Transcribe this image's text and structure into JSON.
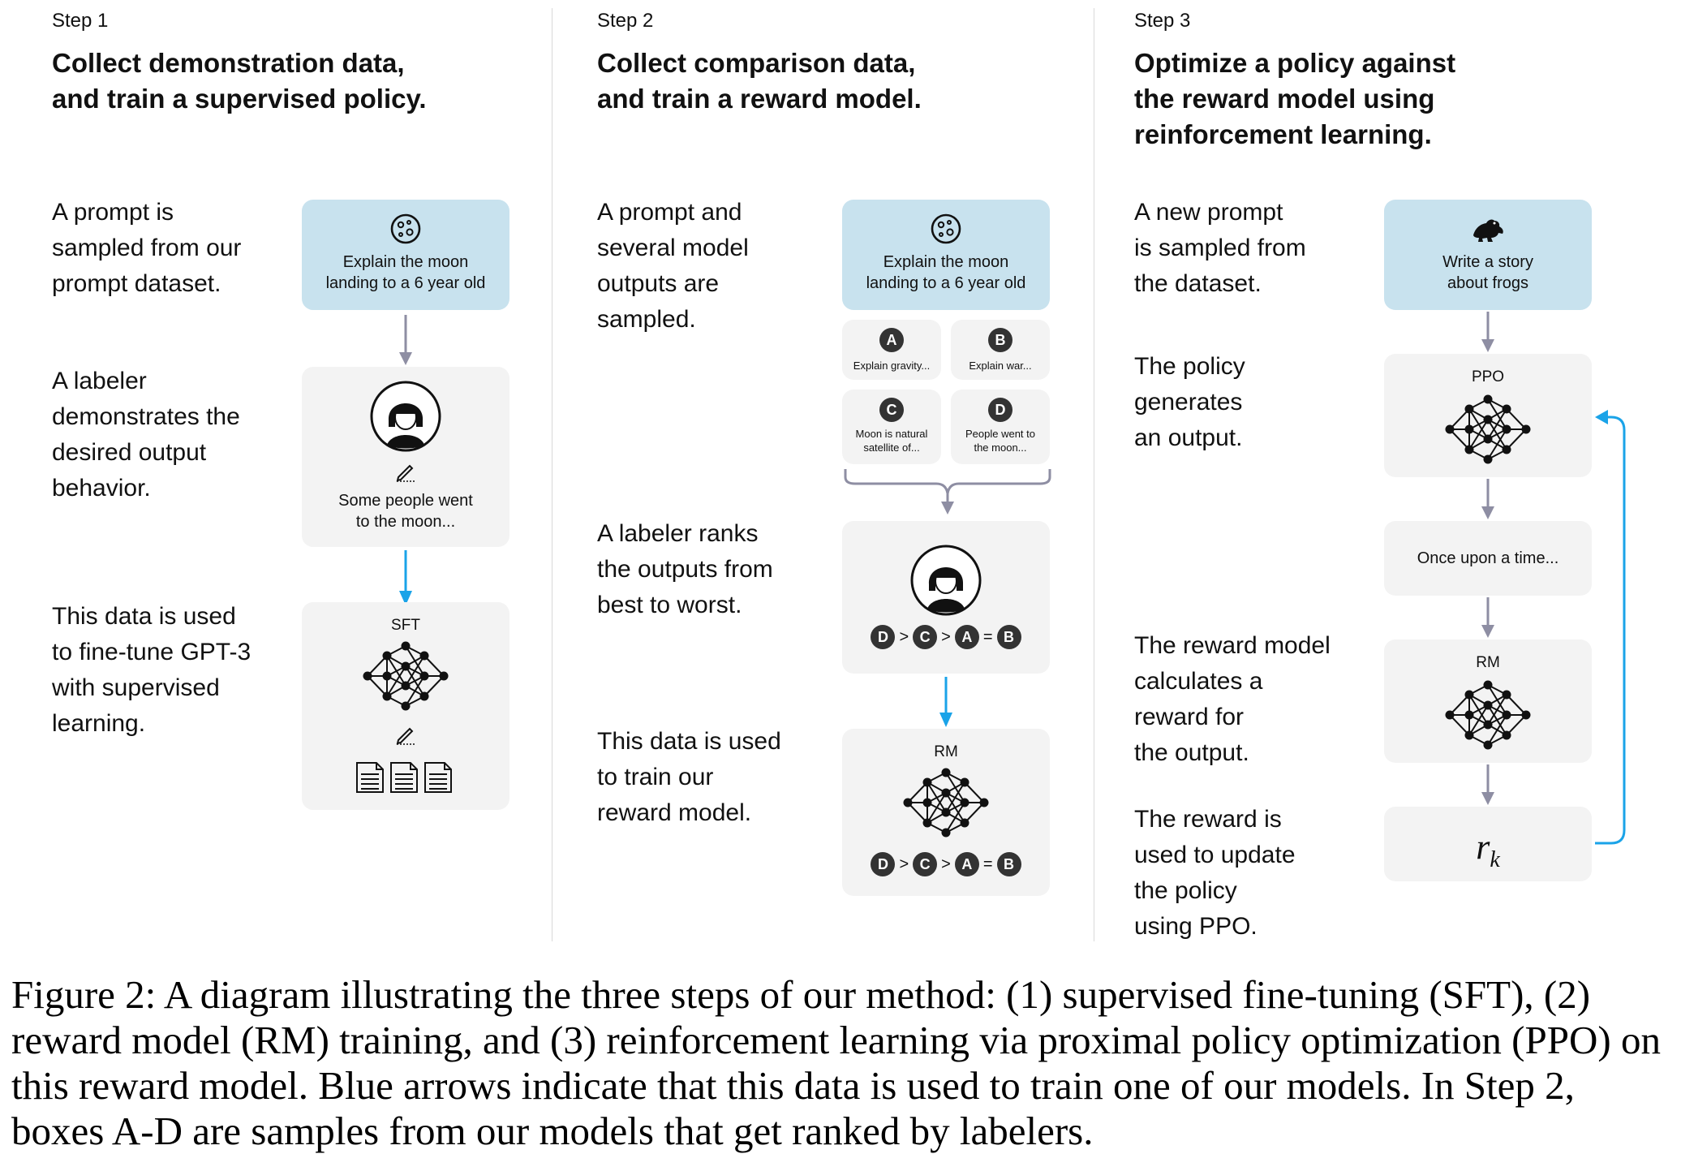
{
  "colors": {
    "blue_box": "#c8e2ee",
    "gray_box": "#f3f3f3",
    "blue_arrow": "#1aa3e8",
    "gray_arrow": "#8e8ea3"
  },
  "step1": {
    "label": "Step 1",
    "heading_l1": "Collect demonstration data,",
    "heading_l2": "and train a supervised policy.",
    "desc1": [
      "A prompt is",
      "sampled from our",
      "prompt dataset."
    ],
    "desc2": [
      "A labeler",
      "demonstrates the",
      "desired output",
      "behavior."
    ],
    "desc3": [
      "This data is used",
      "to fine-tune GPT-3",
      "with supervised",
      "learning."
    ],
    "prompt_box": {
      "icon": "moon-icon",
      "line1": "Explain the moon",
      "line2": "landing to a 6 year old"
    },
    "labeler_box": {
      "icon": "labeler-avatar",
      "line1": "Some people went",
      "line2": "to the moon..."
    },
    "model_box": {
      "label": "SFT",
      "icons": [
        "neural-net-icon",
        "pencil-icon",
        "document-icon"
      ]
    }
  },
  "step2": {
    "label": "Step 2",
    "heading_l1": "Collect comparison data,",
    "heading_l2": "and train a reward model.",
    "desc1": [
      "A prompt and",
      "several model",
      "outputs are",
      "sampled."
    ],
    "desc2": [
      "A labeler ranks",
      "the outputs from",
      "best to worst."
    ],
    "desc3": [
      "This data is used",
      "to train our",
      "reward model."
    ],
    "prompt_box": {
      "icon": "moon-icon",
      "line1": "Explain the moon",
      "line2": "landing to a 6 year old"
    },
    "outputs": [
      {
        "letter": "A",
        "line1": "Explain gravity...",
        "line2": ""
      },
      {
        "letter": "B",
        "line1": "Explain war...",
        "line2": ""
      },
      {
        "letter": "C",
        "line1": "Moon is natural",
        "line2": "satellite of..."
      },
      {
        "letter": "D",
        "line1": "People went to",
        "line2": "the moon..."
      }
    ],
    "ranking": [
      "D",
      ">",
      "C",
      ">",
      "A",
      "=",
      "B"
    ],
    "rm_label": "RM"
  },
  "step3": {
    "label": "Step 3",
    "heading_l1": "Optimize a policy against",
    "heading_l2": "the reward model using",
    "heading_l3": "reinforcement learning.",
    "desc1": [
      "A new prompt",
      "is sampled from",
      "the dataset."
    ],
    "desc2": [
      "The policy",
      "generates",
      "an output."
    ],
    "desc3": [
      "The reward model",
      "calculates a",
      "reward for",
      "the output."
    ],
    "desc4": [
      "The reward is",
      "used to update",
      "the policy",
      "using PPO."
    ],
    "prompt_box": {
      "icon": "frog-icon",
      "line1": "Write a story",
      "line2": "about frogs"
    },
    "ppo_label": "PPO",
    "output_text": "Once upon a time...",
    "rm_label": "RM",
    "reward_symbol": "r",
    "reward_sub": "k"
  },
  "caption": "Figure 2: A diagram illustrating the three steps of our method: (1) supervised fine-tuning (SFT), (2) reward model (RM) training, and (3) reinforcement learning via proximal policy optimization (PPO) on this reward model. Blue arrows indicate that this data is used to train one of our models. In Step 2, boxes A-D are samples from our models that get ranked by labelers."
}
